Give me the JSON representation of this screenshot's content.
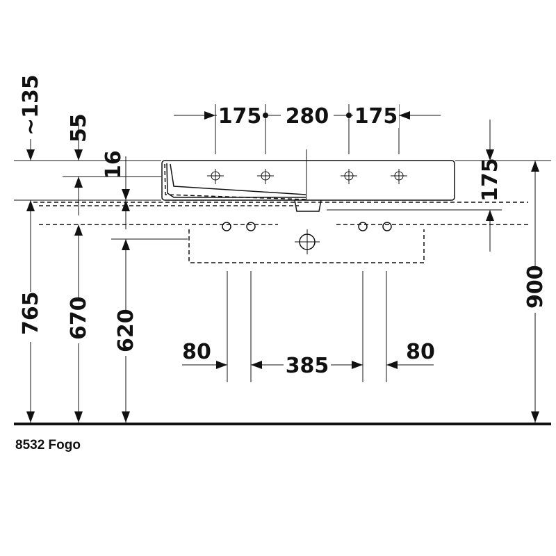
{
  "model_label": "8532 Fogo",
  "dimensions": {
    "top_left_width": "175",
    "top_center_width": "280",
    "top_right_width": "175",
    "left_offset_135": "~135",
    "left_offset_55": "55",
    "rim_thickness": "16",
    "right_height_175": "175",
    "height_765": "765",
    "height_670": "670",
    "height_620": "620",
    "height_900": "900",
    "leg_left_80": "80",
    "leg_spacing_385": "385",
    "leg_right_80": "80"
  }
}
